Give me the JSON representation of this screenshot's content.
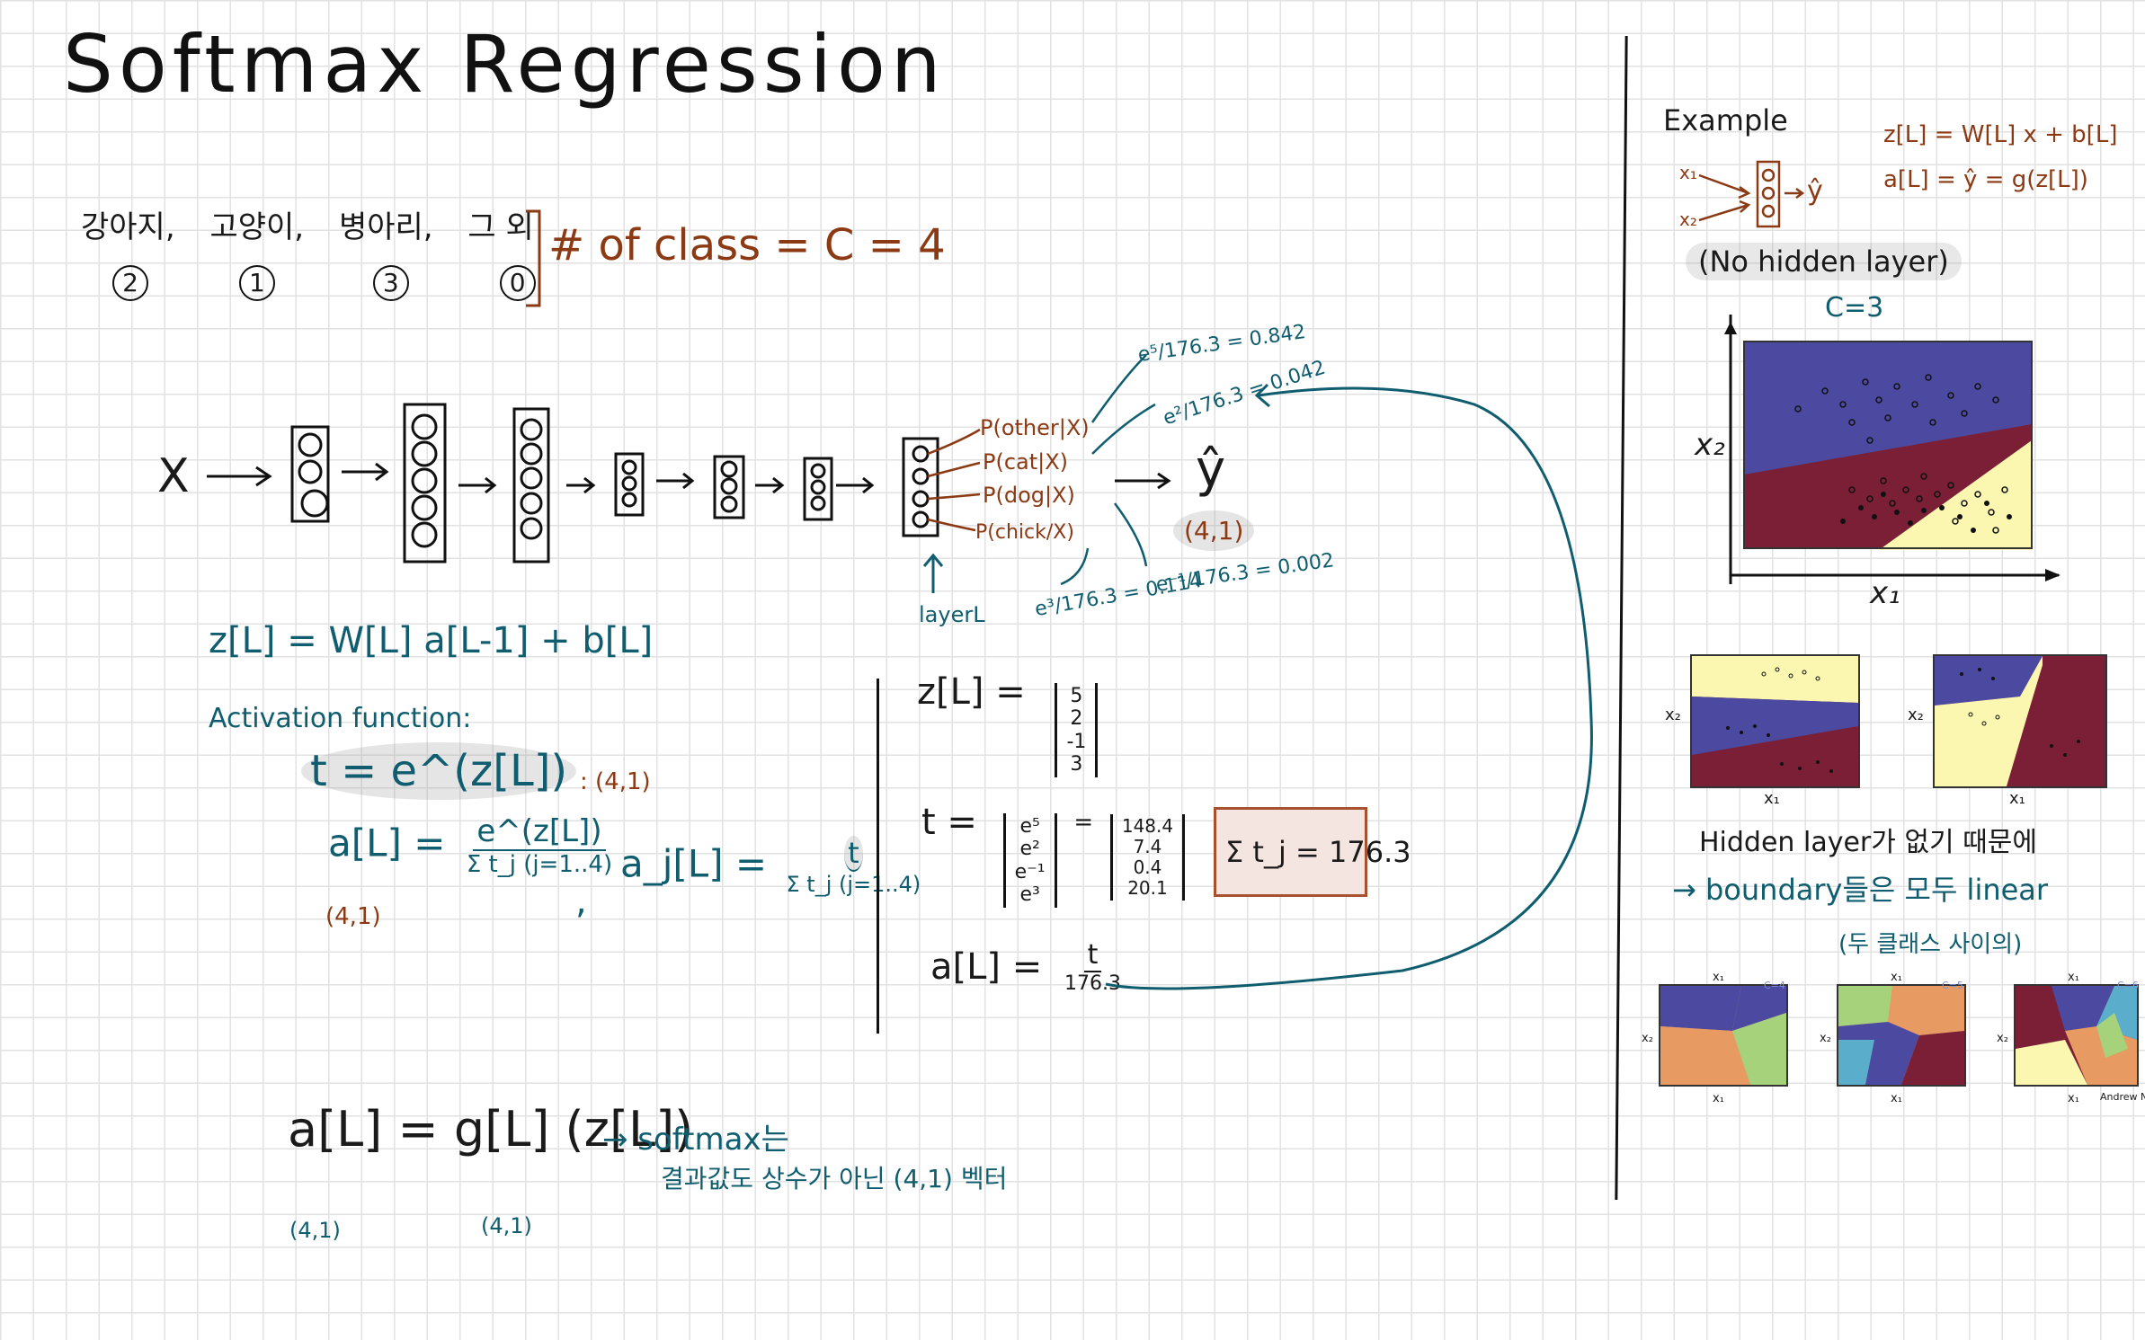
{
  "title": "Softmax Regression",
  "classes": {
    "names": [
      "강아지,",
      "고양이,",
      "병아리,",
      "그 외"
    ],
    "ids": [
      "2",
      "1",
      "3",
      "0"
    ],
    "count_label": "# of class = C = 4"
  },
  "network": {
    "input": "X",
    "probs": [
      "P(other|X)",
      "P(cat|X)",
      "P(dog|X)",
      "P(chick/X)"
    ],
    "output": "ŷ",
    "output_shape": "(4,1)",
    "layer_label": "layerL",
    "annotations": {
      "other": "e⁵/176.3 = 0.842",
      "cat": "e²/176.3 = 0.042",
      "dog": "e³/176.3 = 0.114",
      "chick": "e⁻¹/176.3 = 0.002"
    }
  },
  "equations": {
    "z": "z[L] = W[L] a[L-1] + b[L]",
    "activation_label": "Activation function:",
    "t": "t = e^(z[L])",
    "t_shape": ": (4,1)",
    "a_left": "a[L] =",
    "a_num": "e^(z[L])",
    "a_den": "Σ t_j (j=1..4)",
    "a_shape": "(4,1)",
    "aj_left": "a_j[L] =",
    "aj_num": "t",
    "aj_den": "Σ t_j (j=1..4)",
    "g_eq": "a[L] = g[L] (z[L])",
    "g_shape_left": "(4,1)",
    "g_shape_right": "(4,1)",
    "softmax_note": "→ softmax는",
    "softmax_note2": "결과값도 상수가 아닌 (4,1) 벡터"
  },
  "example_calc": {
    "z_label": "z[L] =",
    "z_vec": [
      "5",
      "2",
      "-1",
      "3"
    ],
    "t_label": "t =",
    "t_exp": [
      "e⁵",
      "e²",
      "e⁻¹",
      "e³"
    ],
    "t_vals": [
      "148.4",
      "7.4",
      "0.4",
      "20.1"
    ],
    "sum": "Σ t_j = 176.3",
    "a_label": "a[L] =",
    "a_num": "t",
    "a_den": "176.3"
  },
  "right_panel": {
    "example_label": "Example",
    "eq1": "z[L] = W[L] x + b[L]",
    "eq2": "a[L] = ŷ = g(z[L])",
    "net_inputs": [
      "x₁",
      "x₂"
    ],
    "net_output": "ŷ",
    "no_hidden": "(No hidden layer)",
    "c_label": "C=3",
    "big_plot": {
      "xlabel": "x₁",
      "ylabel": "x₂"
    },
    "small_plot_labels": {
      "x": "x₁",
      "y": "x₂"
    },
    "note1": "Hidden layer가 없기 때문에",
    "note2": "→ boundary들은 모두 linear",
    "note3": "(두 클래스 사이의)",
    "bottom_plot_tags": [
      "C=4",
      "C=5",
      "C=6"
    ],
    "credit": "Andrew N"
  },
  "colors": {
    "purple": "#4b4aa0",
    "maroon": "#7a1f35",
    "yellow": "#fbf7b0",
    "teal": "#0f5d6e",
    "brown": "#8b3a14"
  }
}
